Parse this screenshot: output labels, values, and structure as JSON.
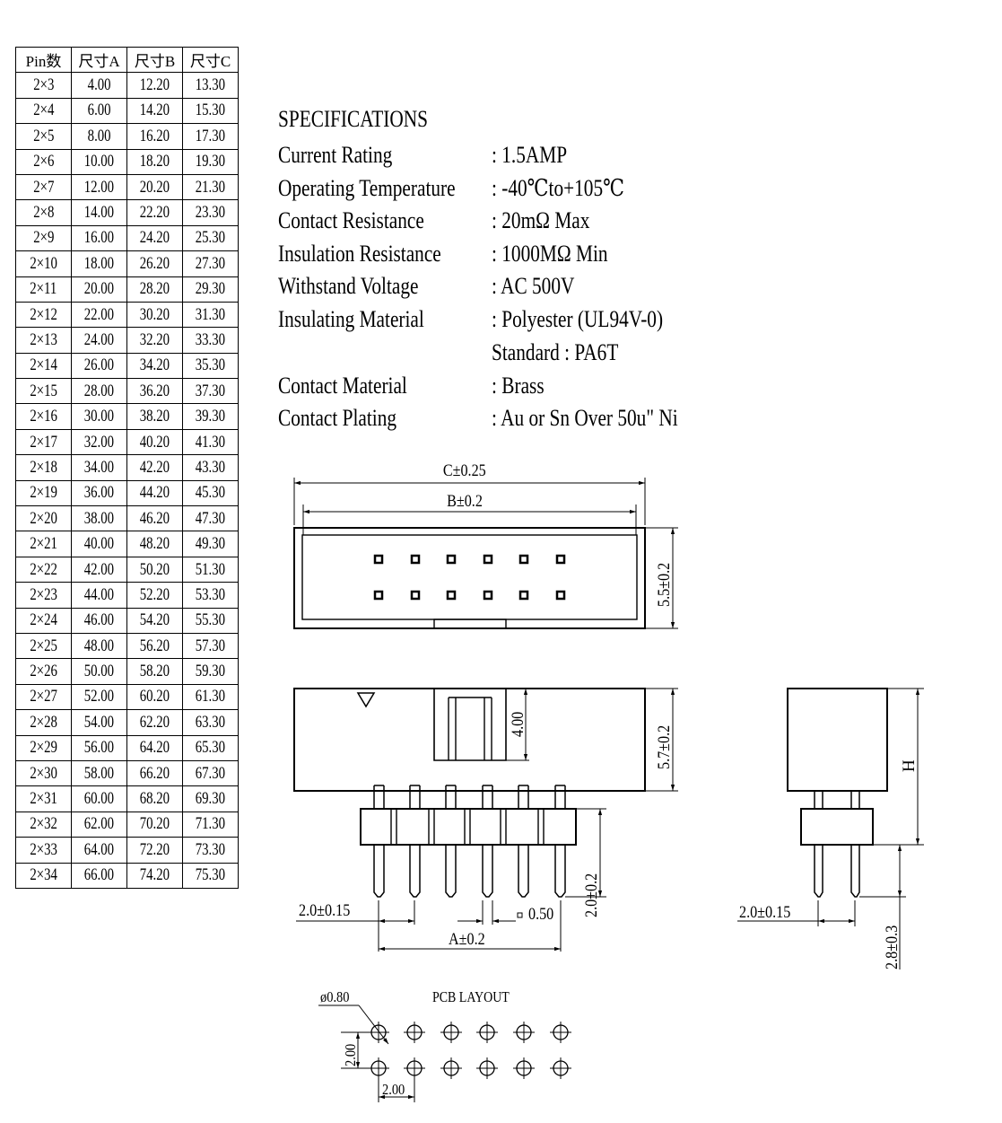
{
  "table": {
    "headers": [
      "Pin数",
      "尺寸A",
      "尺寸B",
      "尺寸C"
    ],
    "rows": [
      [
        "2×3",
        "4.00",
        "12.20",
        "13.30"
      ],
      [
        "2×4",
        "6.00",
        "14.20",
        "15.30"
      ],
      [
        "2×5",
        "8.00",
        "16.20",
        "17.30"
      ],
      [
        "2×6",
        "10.00",
        "18.20",
        "19.30"
      ],
      [
        "2×7",
        "12.00",
        "20.20",
        "21.30"
      ],
      [
        "2×8",
        "14.00",
        "22.20",
        "23.30"
      ],
      [
        "2×9",
        "16.00",
        "24.20",
        "25.30"
      ],
      [
        "2×10",
        "18.00",
        "26.20",
        "27.30"
      ],
      [
        "2×11",
        "20.00",
        "28.20",
        "29.30"
      ],
      [
        "2×12",
        "22.00",
        "30.20",
        "31.30"
      ],
      [
        "2×13",
        "24.00",
        "32.20",
        "33.30"
      ],
      [
        "2×14",
        "26.00",
        "34.20",
        "35.30"
      ],
      [
        "2×15",
        "28.00",
        "36.20",
        "37.30"
      ],
      [
        "2×16",
        "30.00",
        "38.20",
        "39.30"
      ],
      [
        "2×17",
        "32.00",
        "40.20",
        "41.30"
      ],
      [
        "2×18",
        "34.00",
        "42.20",
        "43.30"
      ],
      [
        "2×19",
        "36.00",
        "44.20",
        "45.30"
      ],
      [
        "2×20",
        "38.00",
        "46.20",
        "47.30"
      ],
      [
        "2×21",
        "40.00",
        "48.20",
        "49.30"
      ],
      [
        "2×22",
        "42.00",
        "50.20",
        "51.30"
      ],
      [
        "2×23",
        "44.00",
        "52.20",
        "53.30"
      ],
      [
        "2×24",
        "46.00",
        "54.20",
        "55.30"
      ],
      [
        "2×25",
        "48.00",
        "56.20",
        "57.30"
      ],
      [
        "2×26",
        "50.00",
        "58.20",
        "59.30"
      ],
      [
        "2×27",
        "52.00",
        "60.20",
        "61.30"
      ],
      [
        "2×28",
        "54.00",
        "62.20",
        "63.30"
      ],
      [
        "2×29",
        "56.00",
        "64.20",
        "65.30"
      ],
      [
        "2×30",
        "58.00",
        "66.20",
        "67.30"
      ],
      [
        "2×31",
        "60.00",
        "68.20",
        "69.30"
      ],
      [
        "2×32",
        "62.00",
        "70.20",
        "71.30"
      ],
      [
        "2×33",
        "64.00",
        "72.20",
        "73.30"
      ],
      [
        "2×34",
        "66.00",
        "74.20",
        "75.30"
      ]
    ]
  },
  "specs": {
    "title": "SPECIFICATIONS",
    "items": [
      {
        "label": "Current Rating",
        "value": ": 1.5AMP"
      },
      {
        "label": "Operating Temperature",
        "value": ": -40℃to+105℃"
      },
      {
        "label": "Contact Resistance",
        "value": ": 20mΩ Max"
      },
      {
        "label": "Insulation Resistance",
        "value": ": 1000MΩ Min"
      },
      {
        "label": "Withstand Voltage",
        "value": ": AC 500V"
      },
      {
        "label": "Insulating Material",
        "value": ": Polyester (UL94V-0)"
      },
      {
        "label": "",
        "value": "  Standard : PA6T"
      },
      {
        "label": "Contact Material",
        "value": ": Brass"
      },
      {
        "label": "Contact Plating",
        "value": ": Au or Sn Over 50u\" Ni"
      }
    ]
  },
  "dims": {
    "c": "C±0.25",
    "b": "B±0.2",
    "top_height": "5.5±0.2",
    "side_height": "5.7±0.2",
    "inner_4": "4.00",
    "h": "H",
    "pitch_front": "2.0±0.15",
    "pin_len": "2.0±0.2",
    "pin_sq": "0.50",
    "a": "A±0.2",
    "pitch_side": "2.0±0.15",
    "side_pin_len": "2.8±0.3"
  },
  "pcb": {
    "title": "PCB LAYOUT",
    "hole": "ø0.80",
    "row_pitch": "2.00",
    "col_pitch": "2.00"
  }
}
